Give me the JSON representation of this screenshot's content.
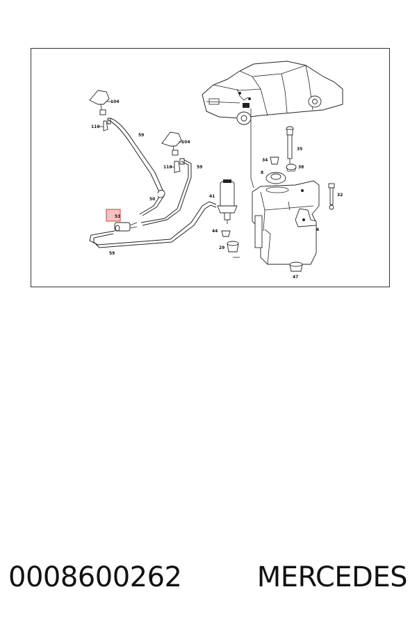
{
  "diagram": {
    "labels": {
      "p104a": "104",
      "p110a": "110",
      "p59a": "59",
      "p104b": "104",
      "p110b": "110",
      "p59b": "59",
      "p50": "50",
      "p53": "53",
      "p59c": "59",
      "p41": "41",
      "p44": "44",
      "p29": "29",
      "p35": "35",
      "p34": "34",
      "p38": "38",
      "p8": "8",
      "p32": "32",
      "p6": "6",
      "p47": "47"
    },
    "highlight_color": "#e05a5a",
    "highlight_fill": "#f3c2c2"
  },
  "caption": {
    "part_number": "0008600262",
    "brand": "MERCEDES"
  }
}
